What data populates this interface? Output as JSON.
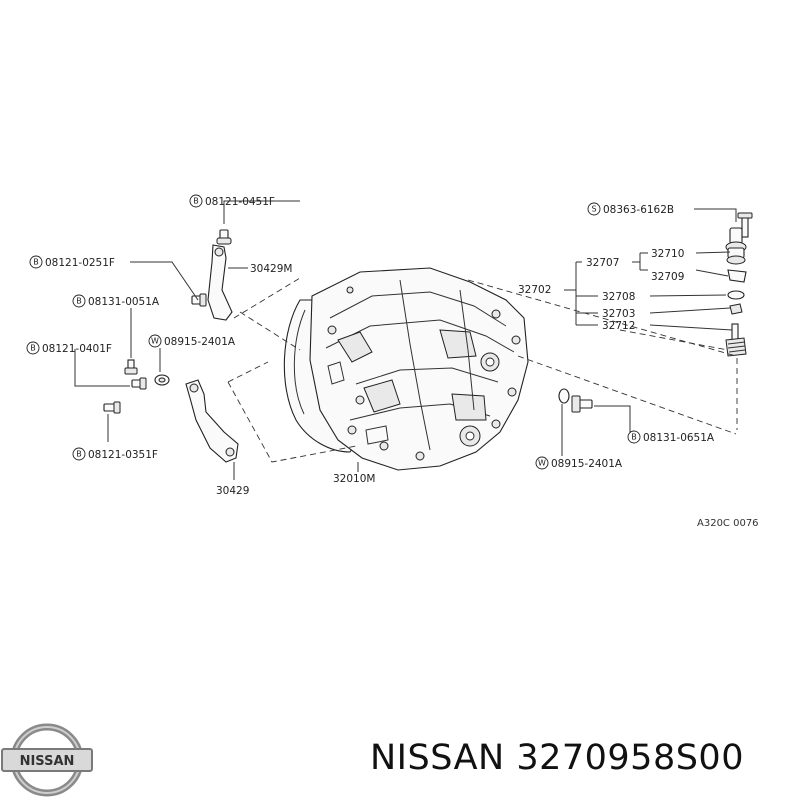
{
  "callouts": {
    "c1": {
      "prefix": "B",
      "number": "08121-0451F"
    },
    "c2": {
      "prefix": "B",
      "number": "08121-0251F"
    },
    "c3": {
      "prefix": "B",
      "number": "08131-0051A"
    },
    "c4": {
      "prefix": "W",
      "number": "08915-2401A"
    },
    "c5": {
      "prefix": "B",
      "number": "08121-0401F"
    },
    "c6": {
      "prefix": "B",
      "number": "08121-0351F"
    },
    "c7": {
      "prefix": "S",
      "number": "08363-6162B"
    },
    "c8": {
      "prefix": "B",
      "number": "08131-0651A"
    },
    "c9": {
      "prefix": "W",
      "number": "08915-2401A"
    }
  },
  "parts": {
    "p30429M": "30429M",
    "p30429": "30429",
    "p32010M": "32010M",
    "p32702": "32702",
    "p32707": "32707",
    "p32710": "32710",
    "p32709": "32709",
    "p32708": "32708",
    "p32703": "32703",
    "p32712": "32712"
  },
  "diagram_code": "A320C 0076",
  "logo": {
    "text": "NISSAN"
  },
  "brand": {
    "title": "NISSAN 3270958S00"
  }
}
